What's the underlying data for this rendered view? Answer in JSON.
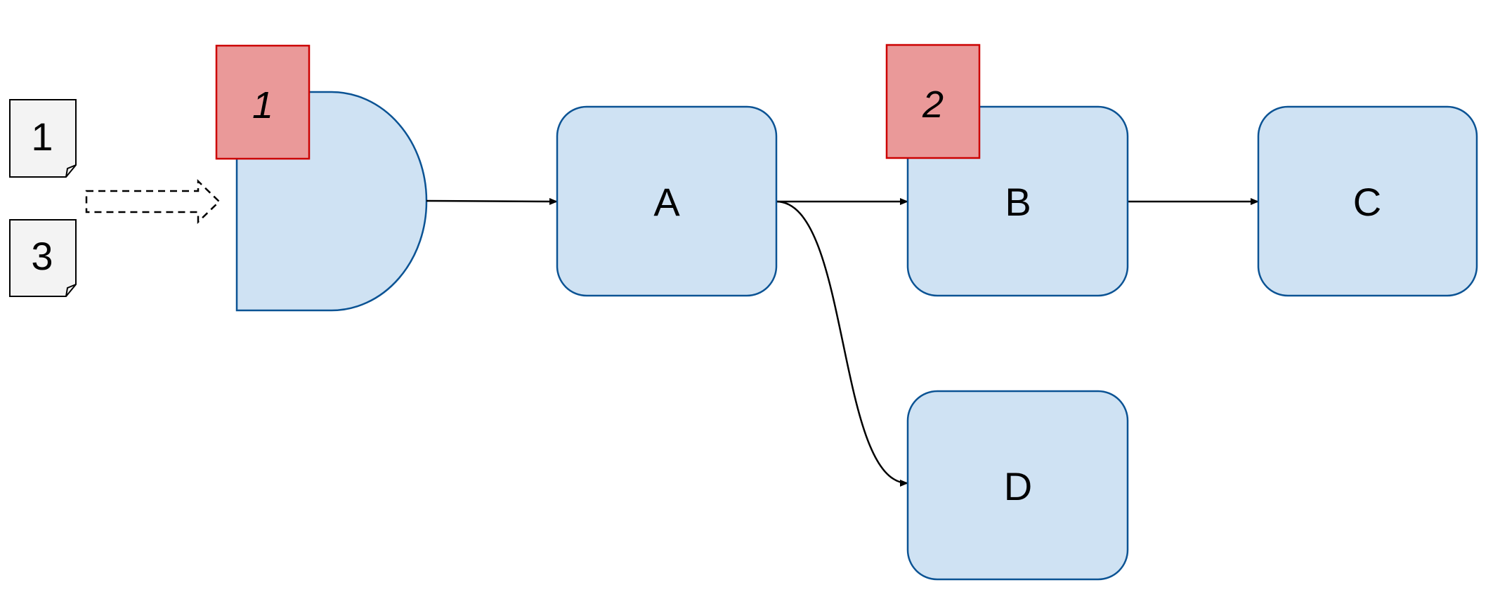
{
  "documents": [
    {
      "label": "1"
    },
    {
      "label": "3"
    }
  ],
  "nodes": {
    "a": {
      "label": "A"
    },
    "b": {
      "label": "B"
    },
    "c": {
      "label": "C"
    },
    "d": {
      "label": "D"
    }
  },
  "markers": [
    {
      "label": "1"
    },
    {
      "label": "2"
    }
  ],
  "colors": {
    "node_fill": "#cfe2f3",
    "node_stroke": "#0b5394",
    "marker_fill": "#ea9999",
    "marker_stroke": "#cc0000",
    "document_fill": "#f3f3f3",
    "edge": "#000000"
  }
}
